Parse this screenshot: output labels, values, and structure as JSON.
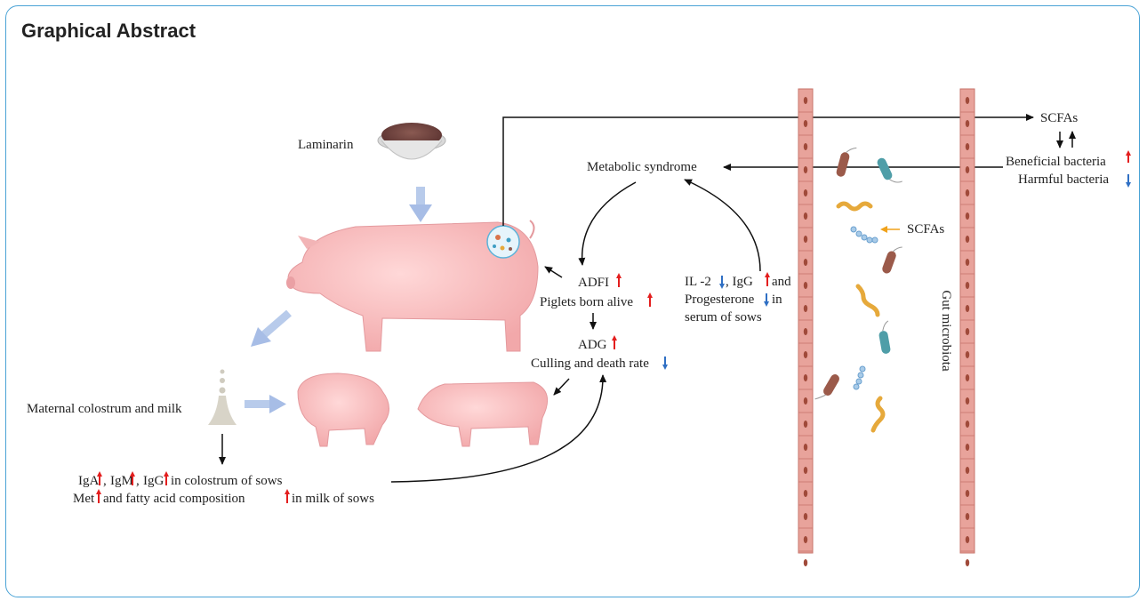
{
  "header": {
    "title": "Graphical Abstract"
  },
  "labels": {
    "laminarin": "Laminarin",
    "metabolic": "Metabolic syndrome",
    "scfas_top": "SCFAs",
    "beneficial": "Beneficial bacteria",
    "harmful": "Harmful bacteria",
    "scfas_mid": "SCFAs",
    "adfi": "ADFI",
    "piglets_alive": "Piglets born alive",
    "adg": "ADG",
    "culling": "Culling and death rate",
    "il2_line1_a": "IL -2",
    "il2_line1_b": ", IgG",
    "il2_line1_c": "and",
    "progesterone": "Progesterone",
    "in_word": "in",
    "serum": "serum of sows",
    "maternal": "Maternal colostrum  and milk",
    "ig_line": "IgA↑, IgM↑, IgG↑in colostrum  of sows",
    "ig_a": "IgA",
    "ig_m": "IgM",
    "ig_g": "IgG",
    "ig_rest": "in colostrum  of sows",
    "met": "Met",
    "met_rest": "and fatty acid composition",
    "met_end": "in milk of sows",
    "gut": "Gut microbiota"
  },
  "colors": {
    "up": "#e31e1e",
    "down": "#2f6fc4",
    "border": "#4aa3d6",
    "wall": "#e8a39b",
    "wallDark": "#a04a3a"
  }
}
